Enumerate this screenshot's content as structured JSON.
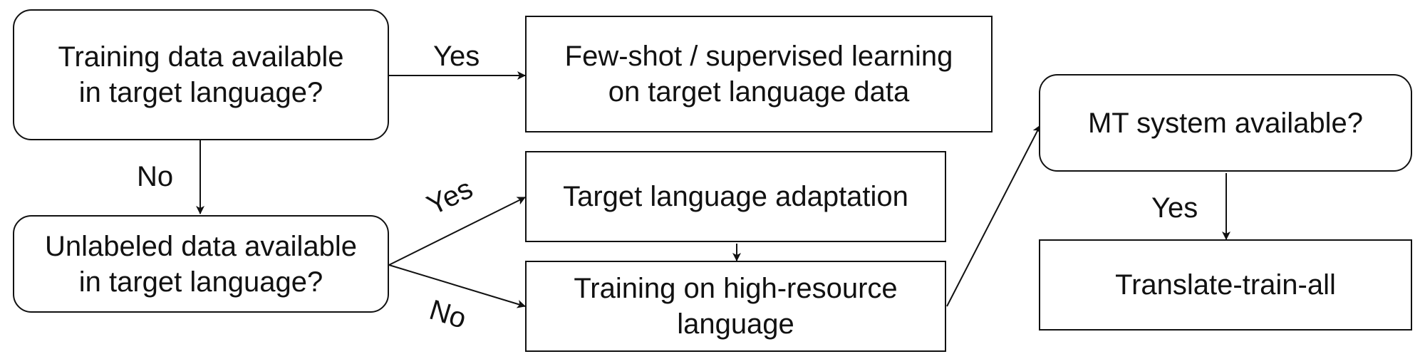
{
  "nodes": {
    "q_training": {
      "line1": "Training data available",
      "line2": "in target language?"
    },
    "supervised": {
      "line1": "Few-shot / supervised learning",
      "line2": "on target language data"
    },
    "q_unlabeled": {
      "line1": "Unlabeled data available",
      "line2": "in target language?"
    },
    "adaptation": {
      "line1": "Target language adaptation"
    },
    "high_resource": {
      "line1": "Training on high-resource",
      "line2": "language"
    },
    "q_mt": {
      "line1": "MT system available?"
    },
    "translate": {
      "line1": "Translate-train-all"
    }
  },
  "edges": {
    "training_yes": "Yes",
    "training_no": "No",
    "unlabeled_yes": "Yes",
    "unlabeled_no": "No",
    "mt_yes": "Yes"
  }
}
